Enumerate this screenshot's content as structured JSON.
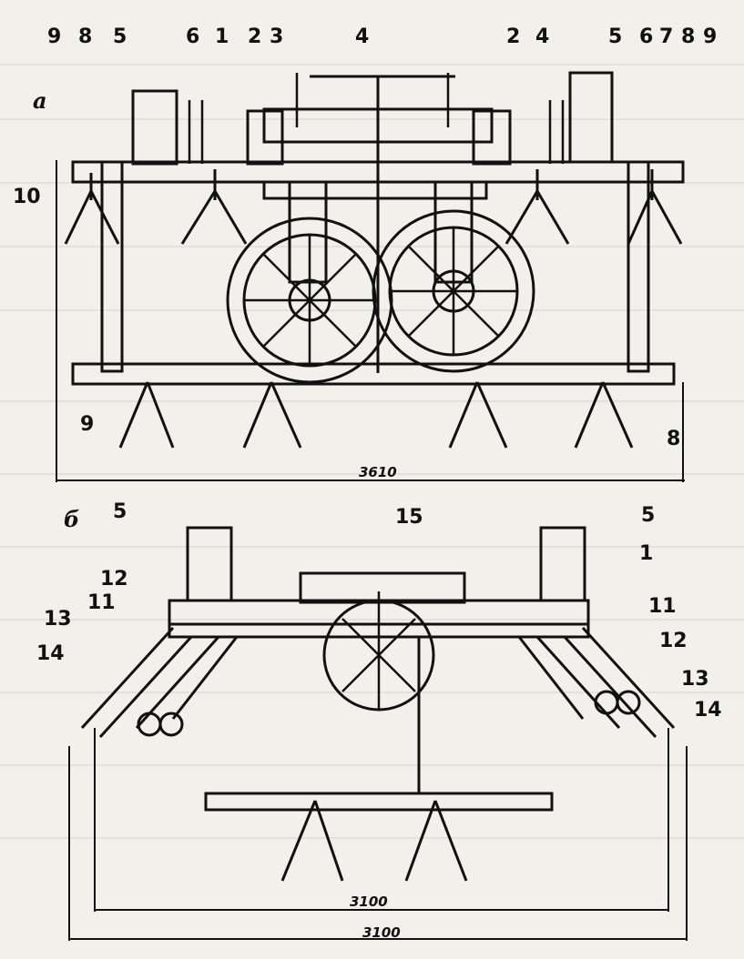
{
  "figure": {
    "panel_a": {
      "letter": "а",
      "labels_top_left": [
        "9",
        "8",
        "5",
        "6",
        "1",
        "2",
        "3",
        "4"
      ],
      "labels_top_right": [
        "2",
        "4",
        "5",
        "6",
        "7",
        "8",
        "9"
      ],
      "label_left": "10",
      "label_bottom_left": "9",
      "label_bottom_right": "8",
      "dimension": "3610"
    },
    "panel_b": {
      "letter": "б",
      "label_5_left": "5",
      "label_15": "15",
      "label_5_right": "5",
      "label_1": "1",
      "label_12_left": "12",
      "label_11_left": "11",
      "label_13_left": "13",
      "label_14_left": "14",
      "label_11_right": "11",
      "label_12_right": "12",
      "label_13_right": "13",
      "label_14_right": "14",
      "dimension_inner": "3100",
      "dimension_outer": "3100"
    }
  },
  "colors": {
    "ink": "#111111",
    "paper": "#f2f0eb"
  }
}
